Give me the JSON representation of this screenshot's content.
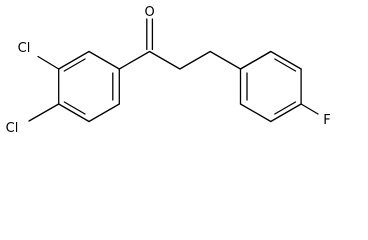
{
  "molecule": {
    "atoms": {
      "oxygen": "O",
      "chlorine_top": "Cl",
      "chlorine_bottom": "Cl",
      "fluorine": "F"
    }
  }
}
